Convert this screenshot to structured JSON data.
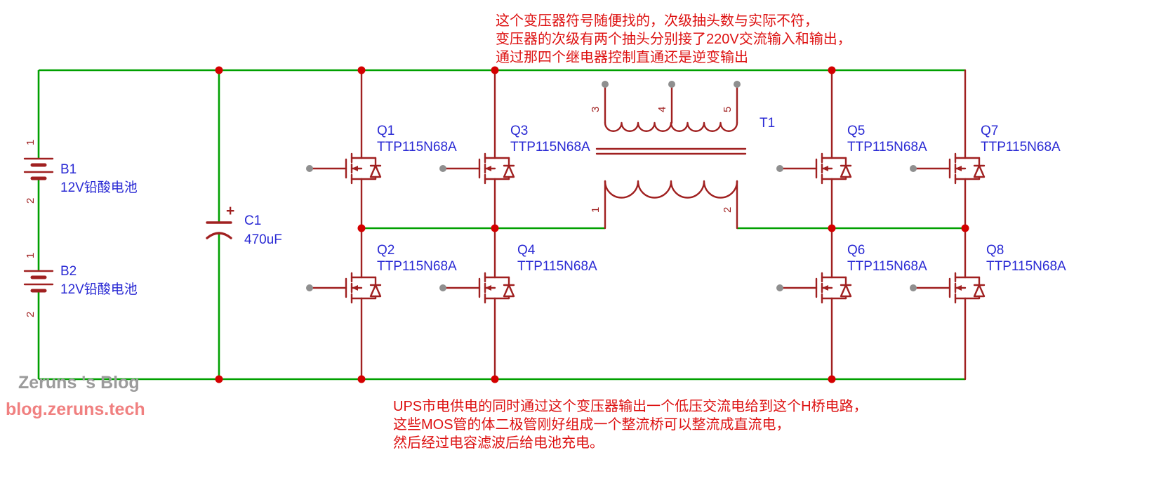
{
  "annotations": {
    "top": {
      "line1": "这个变压器符号随便找的，次级抽头数与实际不符，",
      "line2": "变压器的次级有两个抽头分别接了220V交流输入和输出，",
      "line3": "通过那四个继电器控制直通还是逆变输出"
    },
    "bottom": {
      "line1": "UPS市电供电的同时通过这个变压器输出一个低压交流电给到这个H桥电路，",
      "line2": "这些MOS管的体二极管刚好组成一个整流桥可以整流成直流电，",
      "line3": "然后经过电容滤波后给电池充电。"
    }
  },
  "watermark": {
    "title": "Zeruns 's Blog",
    "url": "blog.zeruns.tech"
  },
  "components": {
    "batteries": [
      {
        "name": "B1",
        "value": "12V铅酸电池",
        "pin1": "1",
        "pin2": "2"
      },
      {
        "name": "B2",
        "value": "12V铅酸电池",
        "pin1": "1",
        "pin2": "2"
      }
    ],
    "capacitor": {
      "name": "C1",
      "value": "470uF",
      "polarity": "+"
    },
    "transformer": {
      "name": "T1",
      "pin1": "1",
      "pin2": "2",
      "pin3": "3",
      "pin4": "4",
      "pin5": "5"
    },
    "mosfets": [
      {
        "name": "Q1",
        "part": "TTP115N68A"
      },
      {
        "name": "Q2",
        "part": "TTP115N68A"
      },
      {
        "name": "Q3",
        "part": "TTP115N68A"
      },
      {
        "name": "Q4",
        "part": "TTP115N68A"
      },
      {
        "name": "Q5",
        "part": "TTP115N68A"
      },
      {
        "name": "Q6",
        "part": "TTP115N68A"
      },
      {
        "name": "Q7",
        "part": "TTP115N68A"
      },
      {
        "name": "Q8",
        "part": "TTP115N68A"
      }
    ]
  },
  "colors": {
    "wire": "#00A000",
    "component": "#A02020",
    "junction": "#D40000",
    "label": "#2A2AD4",
    "annotation": "#DD1111",
    "pin_circle": "#8F8F8F",
    "watermark_gray": "#9B9B9B",
    "watermark_pink": "#F08080",
    "background": "#FFFFFF"
  }
}
